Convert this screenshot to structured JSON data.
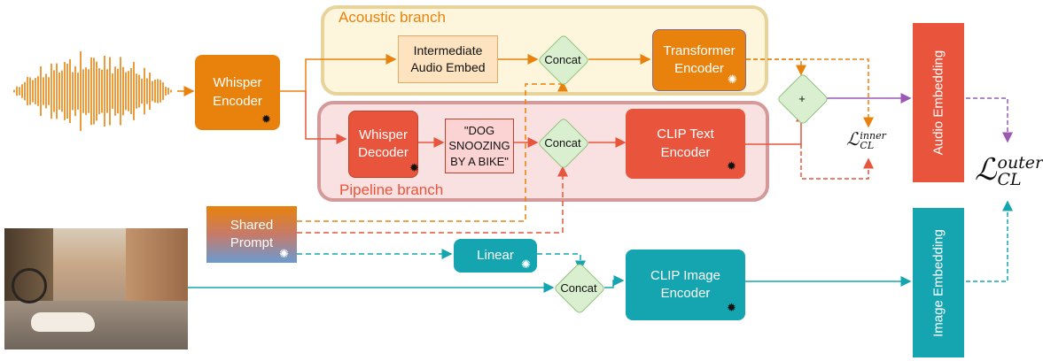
{
  "branches": {
    "acoustic": "Acoustic branch",
    "pipeline": "Pipeline  branch"
  },
  "blocks": {
    "whisper_encoder": "Whisper Encoder",
    "intermediate_audio": "Intermediate Audio Embed",
    "transformer_encoder": "Transformer Encoder",
    "whisper_decoder": "Whisper Decoder",
    "transcript": "\"DOG SNOOZING BY A BIKE\"",
    "clip_text_encoder": "CLIP Text Encoder",
    "shared_prompt": "Shared Prompt",
    "linear": "Linear",
    "clip_image_encoder": "CLIP Image Encoder",
    "audio_embedding": "Audio Embedding",
    "image_embedding": "Image Embedding"
  },
  "ops": {
    "concat": "Concat",
    "plus": "+"
  },
  "losses": {
    "symbol": "ℒ",
    "inner_sup": "inner",
    "inner_sub": "CL",
    "outer_sup": "outer",
    "outer_sub": "CL"
  },
  "colors": {
    "orange": "#e8820c",
    "red": "#e8543c",
    "teal": "#14a5b0",
    "purple": "#9b59b6",
    "acoustic_fill": "#fdf5dc",
    "acoustic_border": "#e8d49a",
    "pipeline_fill": "#fae1e1",
    "pipeline_border": "#d49a9a"
  },
  "icons": {
    "frozen": "snowflake-icon",
    "trainable": "flame-icon"
  }
}
